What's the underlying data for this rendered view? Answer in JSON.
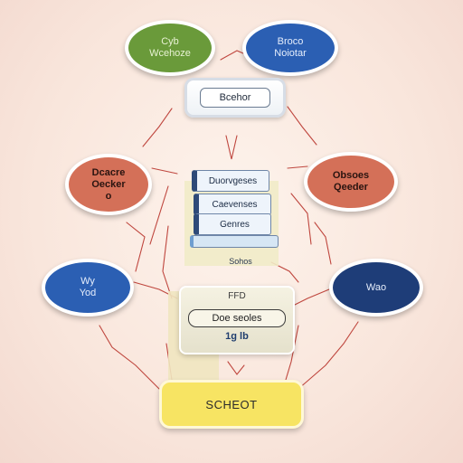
{
  "nodes": {
    "green": {
      "line1": "Cyb",
      "line2": "Wcehoze"
    },
    "blue_top": {
      "line1": "Broco",
      "line2": "Noiotar"
    },
    "top_box": {
      "label": "Bcehor"
    },
    "red_left": {
      "line1": "Dcacre",
      "line2": "Oecker",
      "line3": "o"
    },
    "red_right": {
      "line1": "Obsoes",
      "line2": "Qeeder"
    },
    "blue_left": {
      "line1": "Wy",
      "line2": "Yod"
    },
    "navy_right": {
      "line1": "Wao"
    },
    "stack": {
      "card1": "Duorvgeses",
      "card2": "Caevenses",
      "card3": "Genres",
      "caption": "Sohos"
    },
    "mid_box": {
      "top": "FFD",
      "pill": "Doe seoles",
      "bottom": "1g lb"
    },
    "yellow": {
      "label": "SCHEOT"
    }
  },
  "colors": {
    "green": "#6a9a3a",
    "blue": "#2b5fb3",
    "navy": "#1e3d78",
    "red": "#d47058",
    "yellow": "#f7e463",
    "connector": "#b52a22"
  }
}
